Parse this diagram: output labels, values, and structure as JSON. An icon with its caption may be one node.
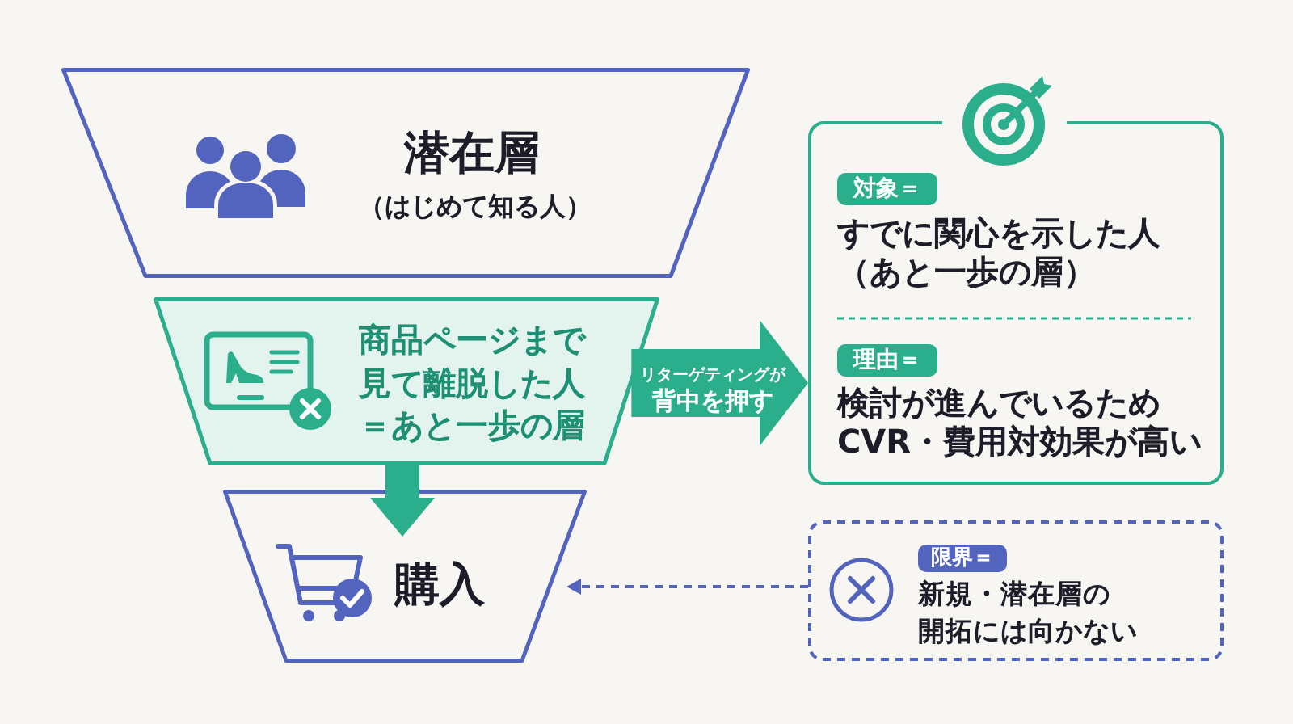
{
  "diagram": {
    "nodes": [
      {
        "text": [
          "潜在層",
          "（はじめて知る人）"
        ]
      },
      {
        "text": [
          "商品ページまで見て離脱した人＝あと一歩の層"
        ]
      },
      {
        "text": [
          "購入"
        ]
      },
      {
        "text": [
          "対象＝",
          "すでに関心を示した人（あと一歩の層）",
          "理由＝",
          "検討が進んでいるためCVR・費用対効果が高い"
        ]
      },
      {
        "text": [
          "限界＝",
          "新規・潜在層の開拓には向かない"
        ]
      }
    ],
    "edges": [
      {
        "from": 1,
        "to": 3,
        "arrow": "to",
        "label": "リターゲティングが背中を押す",
        "style": "thick"
      },
      {
        "from": 1,
        "to": 2,
        "arrow": "to"
      },
      {
        "from": 4,
        "to": 2,
        "arrow": "to",
        "style": "dashed",
        "color": "#5364bf"
      }
    ]
  }
}
